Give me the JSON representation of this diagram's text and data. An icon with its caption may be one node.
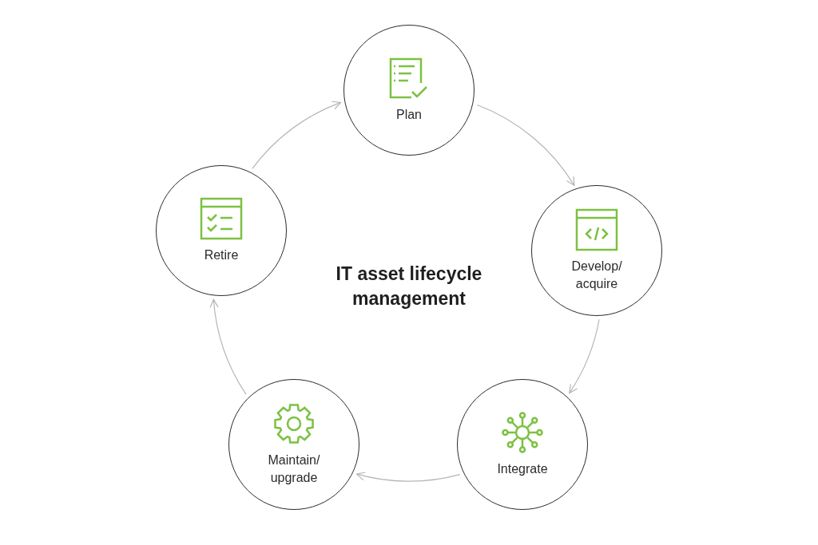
{
  "diagram": {
    "title": "IT asset lifecycle management",
    "nodes": [
      {
        "text": [
          "Plan"
        ]
      },
      {
        "text": [
          "Develop/ acquire"
        ]
      },
      {
        "text": [
          "Integrate"
        ]
      },
      {
        "text": [
          "Maintain/ upgrade"
        ]
      },
      {
        "text": [
          "Retire"
        ]
      }
    ],
    "edges": [
      {
        "from": 0,
        "to": 1,
        "arrow": "to"
      },
      {
        "from": 1,
        "to": 2,
        "arrow": "to"
      },
      {
        "from": 2,
        "to": 3,
        "arrow": "to"
      },
      {
        "from": 3,
        "to": 4,
        "arrow": "to"
      },
      {
        "from": 4,
        "to": 0,
        "arrow": "to"
      }
    ]
  }
}
